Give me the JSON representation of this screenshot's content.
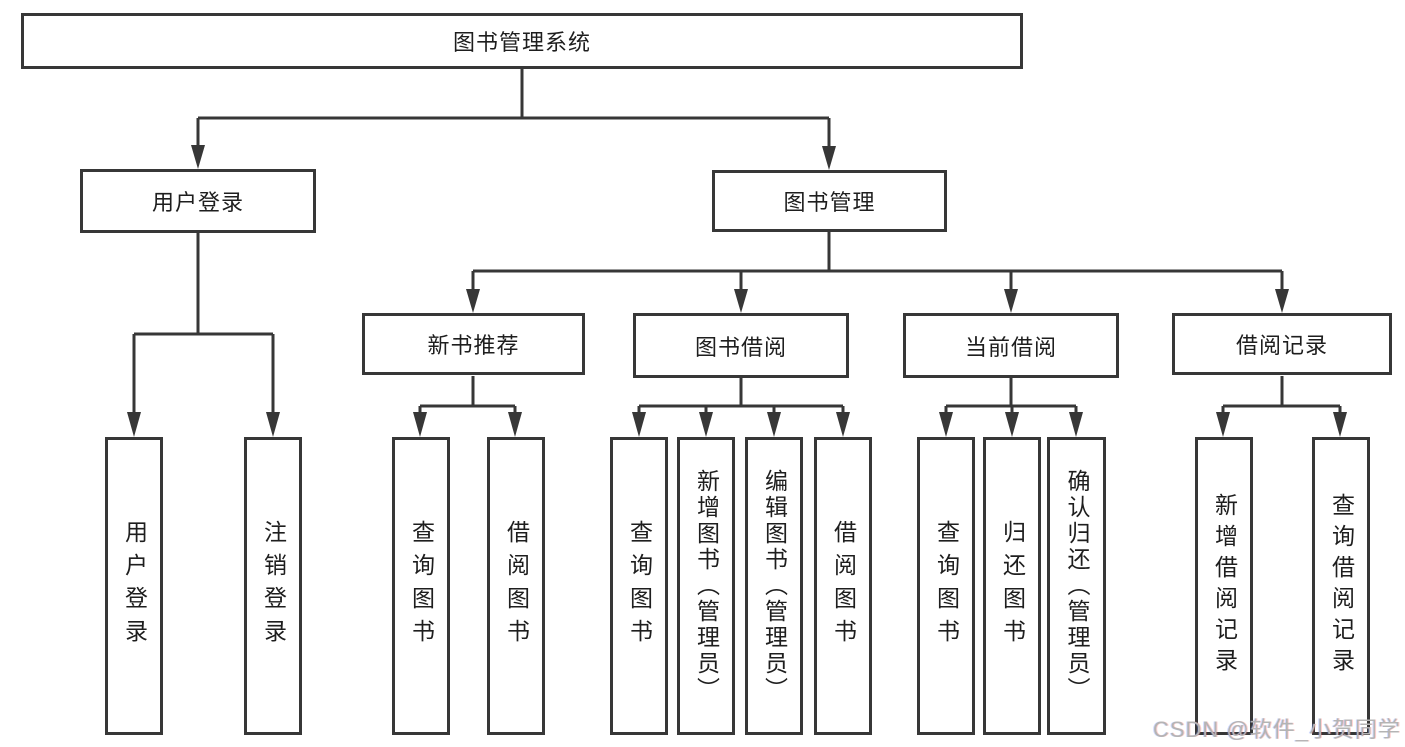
{
  "diagram": {
    "root_label": "图书管理系统",
    "level2": [
      {
        "label": "用户登录"
      },
      {
        "label": "图书管理"
      }
    ],
    "level3": [
      {
        "label": "新书推荐"
      },
      {
        "label": "图书借阅"
      },
      {
        "label": "当前借阅"
      },
      {
        "label": "借阅记录"
      }
    ],
    "leaves": {
      "user_login": [
        "用户登录",
        "注销登录"
      ],
      "new_book_recommend": [
        "查询图书",
        "借阅图书"
      ],
      "book_borrow": [
        "查询图书",
        "新增图书（管理员）",
        "编辑图书（管理员）",
        "借阅图书"
      ],
      "current_borrow": [
        "查询图书",
        "归还图书",
        "确认归还（管理员）"
      ],
      "borrow_records": [
        "新增借阅记录",
        "查询借阅记录"
      ]
    }
  },
  "watermark": {
    "text": "CSDN @软件_小贺同学"
  },
  "colors": {
    "line": "#373737",
    "box_border": "#373737",
    "box_fill": "#ffffff",
    "text": "#1e1e1e",
    "background": "#ffffff",
    "watermark_text": "#b4b4b4"
  }
}
